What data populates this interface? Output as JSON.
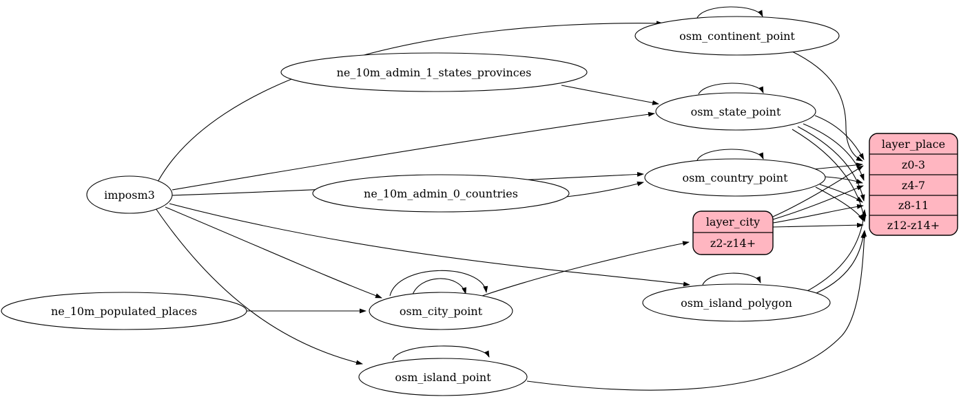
{
  "diagram": {
    "type": "graphviz-etl-flow",
    "colors": {
      "background": "#ffffff",
      "table_fill": "#ffffff",
      "layer_fill": "#ffb6c1",
      "stroke": "#000000"
    },
    "nodes": {
      "imposm3": {
        "label": "imposm3"
      },
      "ne_10m_admin_1_states_provinces": {
        "label": "ne_10m_admin_1_states_provinces"
      },
      "ne_10m_admin_0_countries": {
        "label": "ne_10m_admin_0_countries"
      },
      "ne_10m_populated_places": {
        "label": "ne_10m_populated_places"
      },
      "osm_continent_point": {
        "label": "osm_continent_point"
      },
      "osm_state_point": {
        "label": "osm_state_point"
      },
      "osm_country_point": {
        "label": "osm_country_point"
      },
      "osm_city_point": {
        "label": "osm_city_point"
      },
      "osm_island_polygon": {
        "label": "osm_island_polygon"
      },
      "osm_island_point": {
        "label": "osm_island_point"
      }
    },
    "records": {
      "layer_city": {
        "title": "layer_city",
        "rows": {
          "r0": "z2-z14+"
        }
      },
      "layer_place": {
        "title": "layer_place",
        "rows": {
          "r0": "z0-3",
          "r1": "z4-7",
          "r2": "z8-11",
          "r3": "z12-z14+"
        }
      }
    },
    "edges": [
      {
        "from": "imposm3",
        "to": "osm_continent_point"
      },
      {
        "from": "imposm3",
        "to": "osm_state_point"
      },
      {
        "from": "imposm3",
        "to": "osm_country_point"
      },
      {
        "from": "imposm3",
        "to": "osm_city_point"
      },
      {
        "from": "imposm3",
        "to": "osm_island_polygon"
      },
      {
        "from": "imposm3",
        "to": "osm_island_point"
      },
      {
        "from": "ne_10m_admin_1_states_provinces",
        "to": "osm_state_point"
      },
      {
        "from": "ne_10m_admin_0_countries",
        "to": "osm_country_point"
      },
      {
        "from": "ne_10m_populated_places",
        "to": "osm_city_point"
      },
      {
        "from": "osm_continent_point",
        "to": "osm_continent_point",
        "self_loop": true
      },
      {
        "from": "osm_state_point",
        "to": "osm_state_point",
        "self_loop": true
      },
      {
        "from": "osm_country_point",
        "to": "osm_country_point",
        "self_loop": true
      },
      {
        "from": "osm_city_point",
        "to": "osm_city_point",
        "self_loop": true
      },
      {
        "from": "osm_city_point",
        "to": "osm_city_point",
        "self_loop": true
      },
      {
        "from": "osm_island_polygon",
        "to": "osm_island_polygon",
        "self_loop": true
      },
      {
        "from": "osm_island_point",
        "to": "osm_island_point",
        "self_loop": true
      },
      {
        "from": "osm_city_point",
        "to": "layer_city:z2-z14+"
      },
      {
        "from": "layer_city",
        "to": "layer_place:z0-3"
      },
      {
        "from": "layer_city",
        "to": "layer_place:z4-7"
      },
      {
        "from": "layer_city",
        "to": "layer_place:z8-11"
      },
      {
        "from": "layer_city",
        "to": "layer_place:z12-z14+"
      },
      {
        "from": "osm_state_point",
        "to": "layer_place:z0-3"
      },
      {
        "from": "osm_state_point",
        "to": "layer_place:z4-7"
      },
      {
        "from": "osm_state_point",
        "to": "layer_place:z8-11"
      },
      {
        "from": "osm_state_point",
        "to": "layer_place:z12-z14+"
      },
      {
        "from": "osm_country_point",
        "to": "layer_place:z0-3"
      },
      {
        "from": "osm_country_point",
        "to": "layer_place:z4-7"
      },
      {
        "from": "osm_country_point",
        "to": "layer_place:z8-11"
      },
      {
        "from": "osm_country_point",
        "to": "layer_place:z12-z14+"
      },
      {
        "from": "osm_continent_point",
        "to": "layer_place:z0-3"
      },
      {
        "from": "osm_island_polygon",
        "to": "layer_place:z8-11"
      },
      {
        "from": "osm_island_polygon",
        "to": "layer_place:z12-z14+"
      },
      {
        "from": "osm_island_point",
        "to": "layer_place:z12-z14+"
      }
    ]
  }
}
